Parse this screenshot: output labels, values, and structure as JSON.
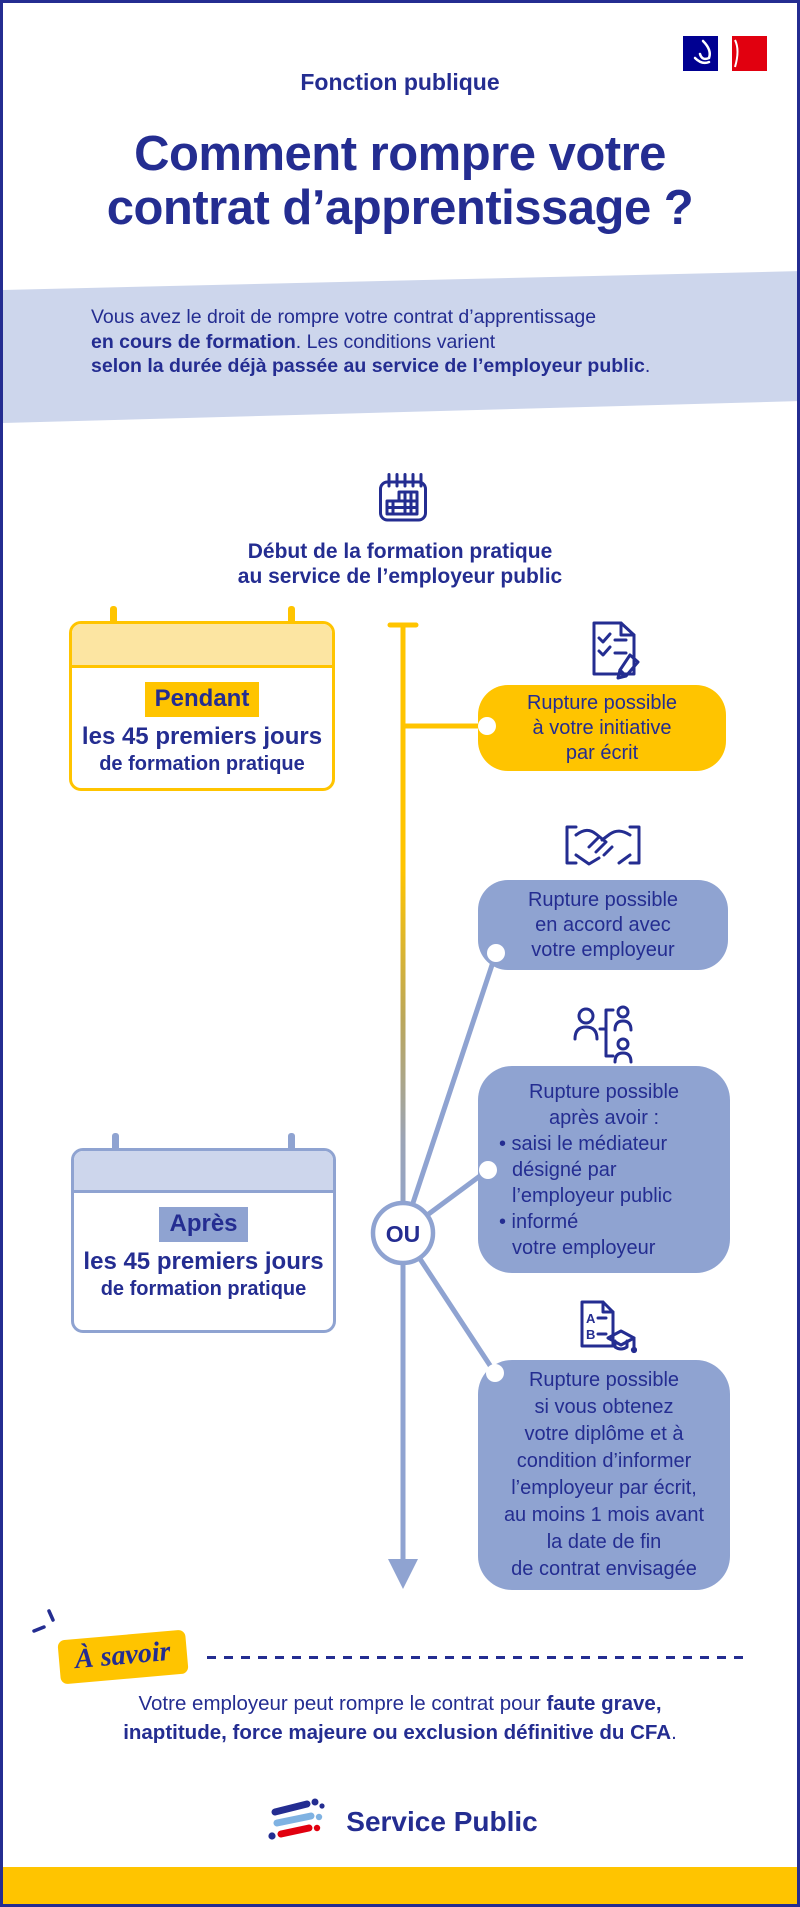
{
  "page": {
    "tag": "Fonction publique",
    "title_line1": "Comment rompre votre",
    "title_line2": "contrat d’apprentissage ?",
    "brand": "Service Public"
  },
  "colors": {
    "navy": "#242D91",
    "accent_yellow": "#FFC400",
    "light_yellow": "#FCE5A2",
    "periwinkle": "#8FA3D1",
    "light_periwinkle": "#CDD6EC",
    "flag_blue": "#000091",
    "flag_red": "#E1000F",
    "logo_light_blue": "#7FB2E2"
  },
  "intro": {
    "line1": "Vous avez le droit de rompre votre contrat d’apprentissage",
    "line2_bold": "en cours de formation",
    "line2_rest": ". Les conditions varient",
    "line3_bold": "selon la durée déjà passée au service de l’employeur public",
    "line3_rest": "."
  },
  "timeline": {
    "heading_line1": "Début de la formation pratique",
    "heading_line2": "au service de l’employeur public",
    "ou": "OU",
    "pendant_box": {
      "highlight": "Pendant",
      "line1": "les 45 premiers jours",
      "line2": "de formation pratique"
    },
    "apres_box": {
      "highlight": "Après",
      "line1": "les 45 premiers jours",
      "line2": "de formation pratique"
    }
  },
  "bubbles": {
    "initiative": {
      "lines": [
        "Rupture possible",
        "à votre initiative",
        "par écrit"
      ]
    },
    "accord": {
      "lines": [
        "Rupture possible",
        "en accord avec",
        "votre employeur"
      ]
    },
    "mediateur": {
      "intro_lines": [
        "Rupture possible",
        "après avoir :"
      ],
      "items": [
        "• saisi le médiateur",
        "désigné par",
        "l’employeur public",
        "• informé",
        "votre employeur"
      ]
    },
    "diplome": {
      "lines": [
        "Rupture possible",
        "si vous obtenez",
        "votre diplôme et à",
        "condition d’informer",
        "l’employeur par écrit,",
        "au moins 1 mois avant",
        "la date de fin",
        "de contrat envisagée"
      ]
    }
  },
  "a_savoir": {
    "label": "À savoir"
  },
  "footer_note": {
    "line1_regular": "Votre employeur peut rompre le contrat pour ",
    "line1_bold": "faute grave,",
    "line2_bold": "inaptitude, force majeure ou exclusion définitive du CFA",
    "line2_rest": "."
  },
  "icons": {
    "french_flag": "france-flag-icon",
    "calendar": "calendar-grid-icon",
    "written_notice": "document-check-pencil-icon",
    "agreement": "handshake-icon",
    "mediator": "mediator-people-icon",
    "diploma": "diploma-graduation-icon",
    "brand_mark": "service-public-logo-icon"
  }
}
